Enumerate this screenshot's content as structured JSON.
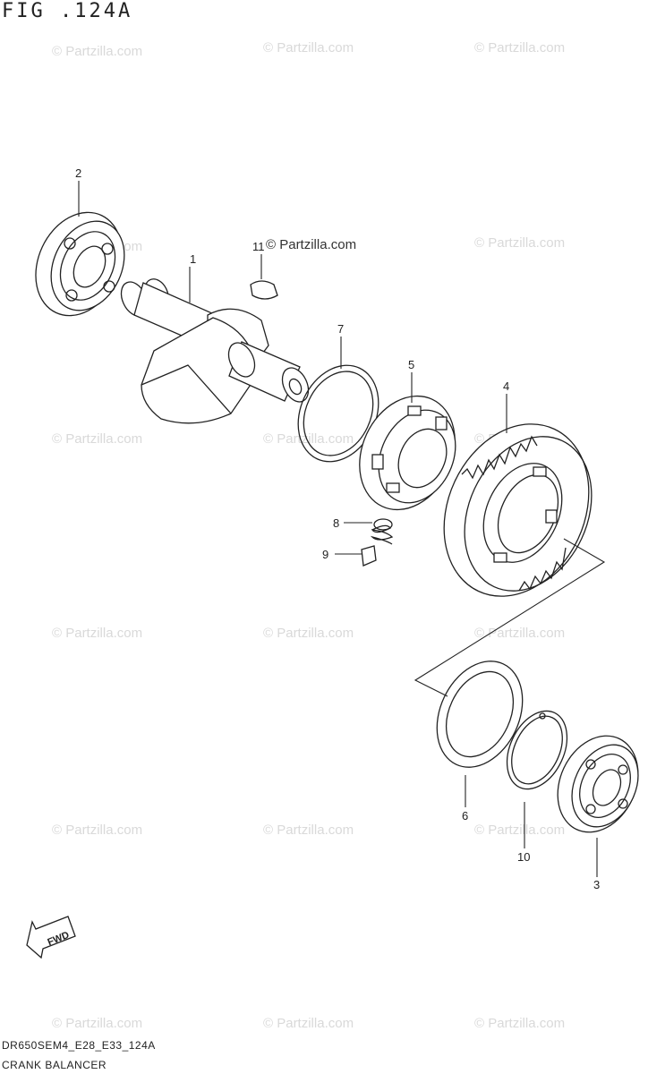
{
  "figure": {
    "title": "FIG .124A",
    "code": "DR650SEM4_E28_E33_124A",
    "name": "CRANK BALANCER"
  },
  "watermark": {
    "text": "© Partzilla.com",
    "main_text": "© Partzilla.com"
  },
  "callouts": [
    "1",
    "2",
    "3",
    "4",
    "5",
    "6",
    "7",
    "8",
    "9",
    "10",
    "11"
  ],
  "fwd_label": "FWD",
  "colors": {
    "line": "#222222",
    "watermark": "#d9d9d9",
    "background": "#ffffff"
  }
}
